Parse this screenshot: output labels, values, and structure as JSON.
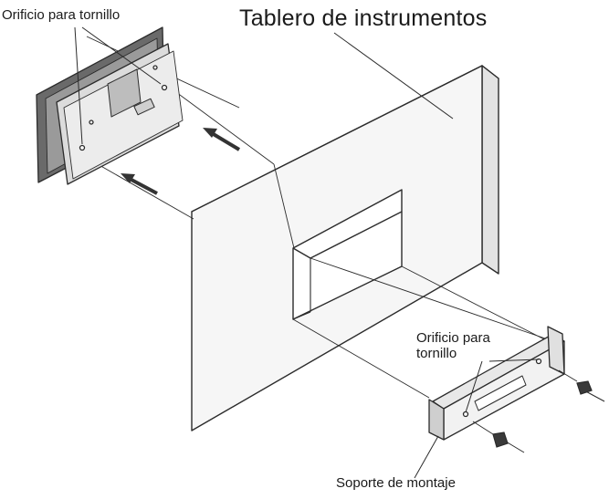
{
  "labels": {
    "screw_hole_top": "Orificio para tornillo",
    "dashboard": "Tablero de instrumentos",
    "screw_hole_bracket": "Orificio para\ntornillo",
    "mounting_bracket": "Soporte de montaje"
  },
  "colors": {
    "line": "#2b2b2b",
    "panel_fill": "#f6f6f6",
    "panel_side": "#e3e3e3",
    "device_dark": "#6a6a6a",
    "device_mid": "#bdbdbd",
    "arrow": "#333333"
  },
  "icons": {
    "device": "stereo-unit-back-view",
    "panel": "dashboard-panel-cutout",
    "bracket": "mounting-bracket",
    "screw": "screw-icon",
    "arrow": "insert-direction-arrow"
  }
}
